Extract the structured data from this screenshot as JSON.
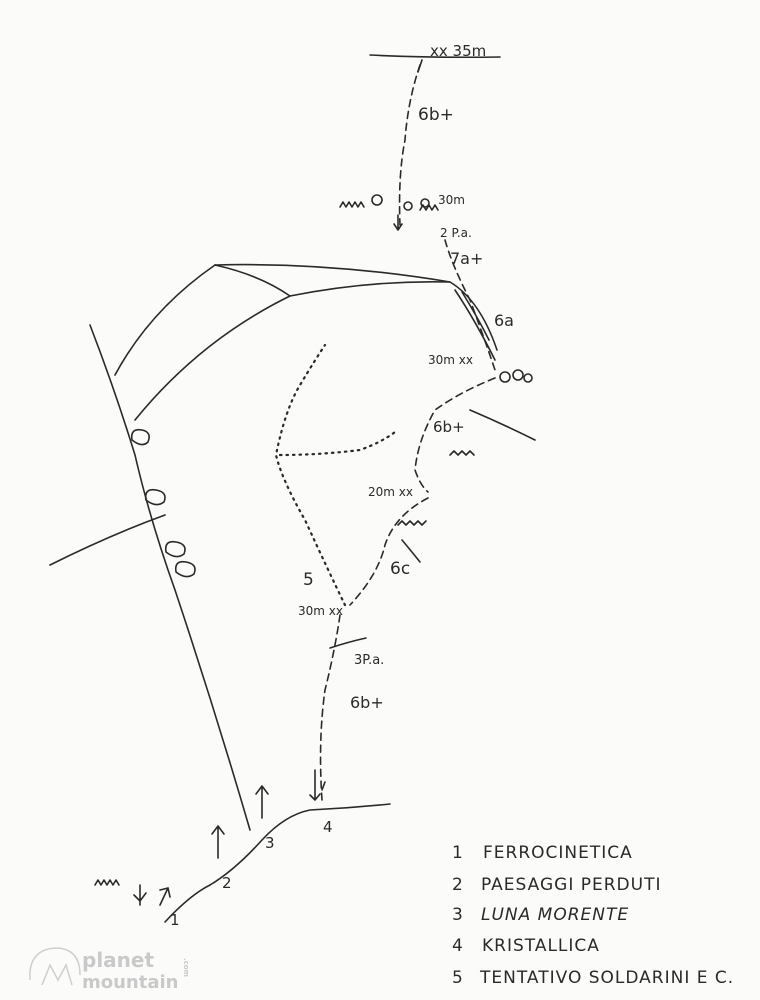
{
  "topo": {
    "anchor_top": "xx 35m",
    "grade_pitch_top": "6b+",
    "belay_30m_upper": "30m",
    "aid_2pa": "2 P.a.",
    "grade_7a": "7a+",
    "grade_6a": "6a",
    "belay_30m_mid": "30m xx",
    "grade_6b_mid": "6b+",
    "belay_20m": "20m xx",
    "grade_6c": "6c",
    "route5_label": "5",
    "belay_30m_low": "30m xx",
    "aid_3pa": "3P.a.",
    "grade_6b_low": "6b+",
    "start_labels": [
      "1",
      "2",
      "3",
      "4"
    ]
  },
  "legend": [
    {
      "num": "1",
      "name": "FERROCINETICA"
    },
    {
      "num": "2",
      "name": "PAESAGGI PERDUTI"
    },
    {
      "num": "3",
      "name": "LUNA MORENTE"
    },
    {
      "num": "4",
      "name": "KRISTALLICA"
    },
    {
      "num": "5",
      "name": "TENTATIVO SOLDARINI E C."
    }
  ],
  "logo": {
    "line1": "planet",
    "line2": "mountain",
    "suffix": ".com"
  }
}
